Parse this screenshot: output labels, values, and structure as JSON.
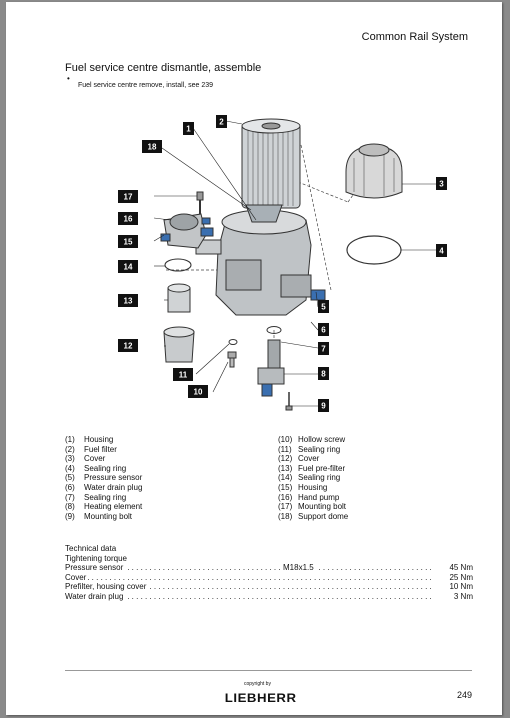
{
  "header": {
    "title": "Common Rail System"
  },
  "section": {
    "title": "Fuel service centre dismantle, assemble",
    "bullet": "•",
    "bullet_text": "Fuel service centre remove, install, see 239"
  },
  "diagram": {
    "labels": [
      "1",
      "2",
      "3",
      "4",
      "5",
      "6",
      "7",
      "8",
      "9",
      "10",
      "11",
      "12",
      "13",
      "14",
      "15",
      "16",
      "17",
      "18"
    ]
  },
  "parts": {
    "left": [
      {
        "num": "(1)",
        "name": "Housing"
      },
      {
        "num": "(2)",
        "name": "Fuel filter"
      },
      {
        "num": "(3)",
        "name": "Cover"
      },
      {
        "num": "(4)",
        "name": "Sealing ring"
      },
      {
        "num": "(5)",
        "name": "Pressure sensor"
      },
      {
        "num": "(6)",
        "name": "Water drain plug"
      },
      {
        "num": "(7)",
        "name": "Sealing ring"
      },
      {
        "num": "(8)",
        "name": "Heating element"
      },
      {
        "num": "(9)",
        "name": "Mounting bolt"
      }
    ],
    "right": [
      {
        "num": "(10)",
        "name": "Hollow screw"
      },
      {
        "num": "(11)",
        "name": "Sealing ring"
      },
      {
        "num": "(12)",
        "name": "Cover"
      },
      {
        "num": "(13)",
        "name": "Fuel pre-filter"
      },
      {
        "num": "(14)",
        "name": "Sealing ring"
      },
      {
        "num": "(15)",
        "name": "Housing"
      },
      {
        "num": "(16)",
        "name": "Hand pump"
      },
      {
        "num": "(17)",
        "name": "Mounting bolt"
      },
      {
        "num": "(18)",
        "name": "Support dome"
      }
    ]
  },
  "technical": {
    "heading": "Technical data",
    "subheading": "Tightening torque",
    "rows": [
      {
        "label": "Pressure sensor",
        "thread": "M18x1.5",
        "value": "45 Nm"
      },
      {
        "label": "Cover",
        "thread": "",
        "value": "25 Nm"
      },
      {
        "label": "Prefilter, housing cover",
        "thread": "",
        "value": "10 Nm"
      },
      {
        "label": "Water drain plug",
        "thread": "",
        "value": "3 Nm"
      }
    ]
  },
  "footer": {
    "copyright": "copyright by",
    "brand": "LIEBHERR",
    "page_number": "249"
  }
}
